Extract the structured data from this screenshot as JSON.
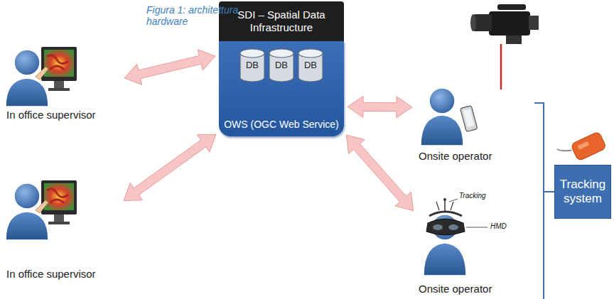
{
  "diagram": {
    "caption": "Figura 1: architettura hardware",
    "nodes": [
      {
        "text": [
          "SDI – Spatial Data Infrastructure",
          "OWS (OGC Web Service)"
        ]
      },
      {
        "text": [
          "DB"
        ],
        "in": 0
      },
      {
        "text": [
          "DB"
        ],
        "in": 0
      },
      {
        "text": [
          "DB"
        ],
        "in": 0
      },
      {
        "text": [
          "In office supervisor"
        ]
      },
      {
        "text": [
          "Onsite operator"
        ]
      },
      {
        "text": [
          "Tracking system"
        ]
      },
      {
        "text": [
          "In office supervisor"
        ]
      },
      {
        "text": [
          "Onsite operator"
        ]
      }
    ],
    "edges": [
      {
        "from": 4,
        "to": 0,
        "arrow": "both"
      },
      {
        "from": 7,
        "to": 0,
        "arrow": "both"
      },
      {
        "from": 0,
        "to": 5,
        "arrow": "both"
      },
      {
        "from": 0,
        "to": 8,
        "arrow": "both"
      }
    ],
    "labels": [
      "Tracking",
      "HMD"
    ]
  }
}
